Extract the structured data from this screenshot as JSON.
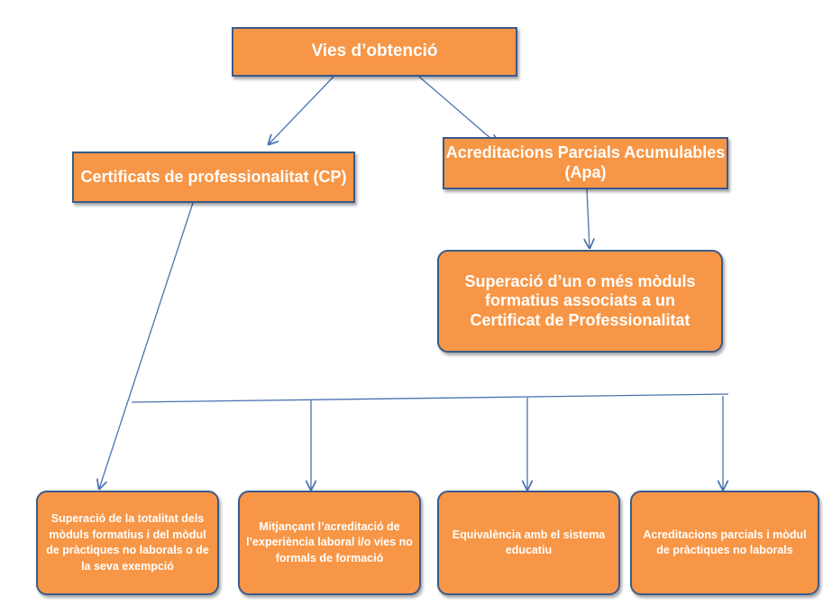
{
  "colors": {
    "box_fill": "#f79646",
    "box_border": "#3b5a8a",
    "box_text": "#ffffff",
    "connector": "#4a72b0"
  },
  "nodes": {
    "root": "Vies d’obtenció",
    "cp": "Certificats de professionalitat (CP)",
    "apa": "Acreditacions Parcials Acumulables (Apa)",
    "superacio_modul": "Superació d’un o més mòduls formatius associats a un Certificat de Professionalitat",
    "superacio_totalitat": "Superació de la totalitat dels mòduls formatius i del mòdul de pràctiques no laborals o de la seva exempció",
    "mitjancant": "Mitjançant l’acreditació de l’experiència laboral i/o vies no formals de formació",
    "equivalencia": "Equivalència amb el sistema educatiu",
    "acreditacions_parcials": "Acreditacions parcials i mòdul de pràctiques no laborals"
  }
}
